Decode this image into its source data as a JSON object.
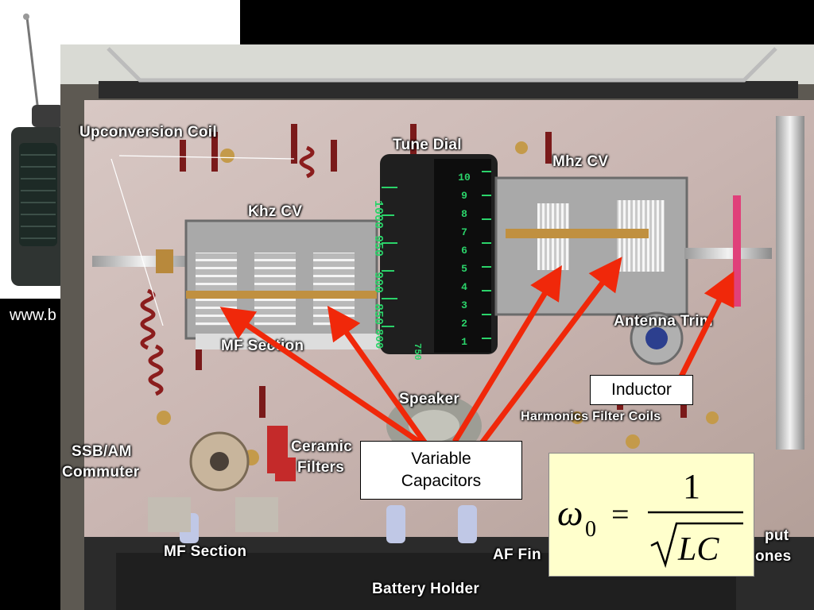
{
  "website_text": "www.b",
  "labels": {
    "upconversion_coil": "Upconversion Coil",
    "tune_dial": "Tune Dial",
    "mhz_cv": "Mhz CV",
    "khz_cv": "Khz CV",
    "mf_section_top": "MF Section",
    "antenna_trim": "Antenna Trim",
    "speaker": "Speaker",
    "harmonics_filter_coils": "Harmonics Filter Coils",
    "ssb_am_line1": "SSB/AM",
    "ssb_am_line2": "Commuter",
    "ceramic_line1": "Ceramic",
    "ceramic_line2": "Filters",
    "mf_section_bottom": "MF Section",
    "af_final": "AF Fin",
    "output_line1": "put",
    "output_line2": "ones",
    "battery_holder": "Battery Holder"
  },
  "callouts": {
    "inductor": "Inductor",
    "variable_line1": "Variable",
    "variable_line2": "Capacitors"
  },
  "formula": {
    "omega": "ω",
    "subscript": "0",
    "equals": "=",
    "numerator": "1",
    "denominator": "LC"
  },
  "dial_numbers": [
    "1000",
    "950",
    "900",
    "850",
    "800",
    "750"
  ],
  "mhz_numbers": [
    "10",
    "9",
    "8",
    "7",
    "6",
    "5",
    "4",
    "3",
    "2",
    "1"
  ],
  "colors": {
    "arrow": "#f0280a",
    "formula_bg": "#ffffcc",
    "dial_green": "#2bd36a"
  }
}
